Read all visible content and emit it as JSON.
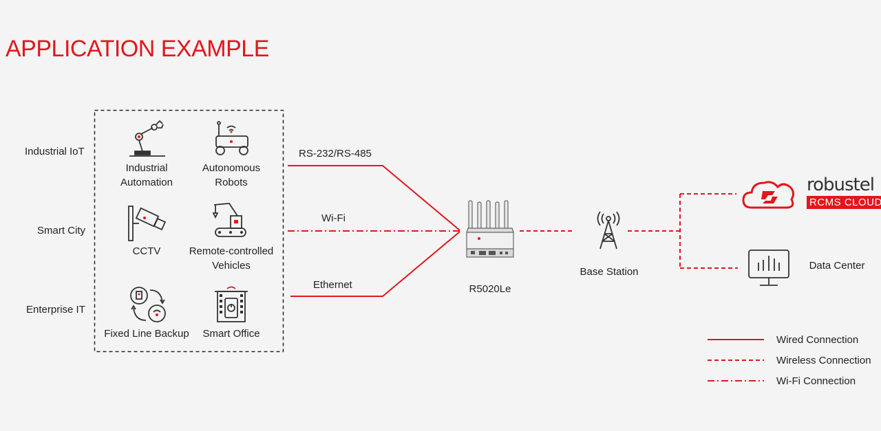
{
  "title": "APPLICATION EXAMPLE",
  "colors": {
    "accent": "#e3161b",
    "ink": "#333333",
    "background": "#f4f4f4"
  },
  "categories": [
    "Industrial IoT",
    "Smart City",
    "Enterprise IT"
  ],
  "applications": [
    {
      "icon": "robot-arm-icon",
      "line1": "Industrial",
      "line2": "Automation"
    },
    {
      "icon": "autonomous-robot-icon",
      "line1": "Autonomous",
      "line2": "Robots"
    },
    {
      "icon": "cctv-camera-icon",
      "line1": "CCTV",
      "line2": ""
    },
    {
      "icon": "crane-vehicle-icon",
      "line1": "Remote-controlled",
      "line2": "Vehicles"
    },
    {
      "icon": "backup-cycle-icon",
      "line1": "Fixed Line Backup",
      "line2": ""
    },
    {
      "icon": "smart-building-icon",
      "line1": "Smart Office",
      "line2": ""
    }
  ],
  "connections": {
    "serial": "RS-232/RS-485",
    "wifi": "Wi-Fi",
    "ethernet": "Ethernet"
  },
  "router": {
    "label": "R5020Le",
    "icon": "router-icon"
  },
  "base_station": {
    "label": "Base Station",
    "icon": "cell-tower-icon"
  },
  "cloud": {
    "icon": "rcms-cloud-icon",
    "brand": "robustel",
    "sub": "RCMS CLOUD"
  },
  "data_center": {
    "label": "Data Center",
    "icon": "monitor-chart-icon"
  },
  "legend": [
    {
      "style": "solid",
      "label": "Wired Connection"
    },
    {
      "style": "dashed",
      "label": "Wireless Connection"
    },
    {
      "style": "dashdot",
      "label": "Wi-Fi Connection"
    }
  ]
}
